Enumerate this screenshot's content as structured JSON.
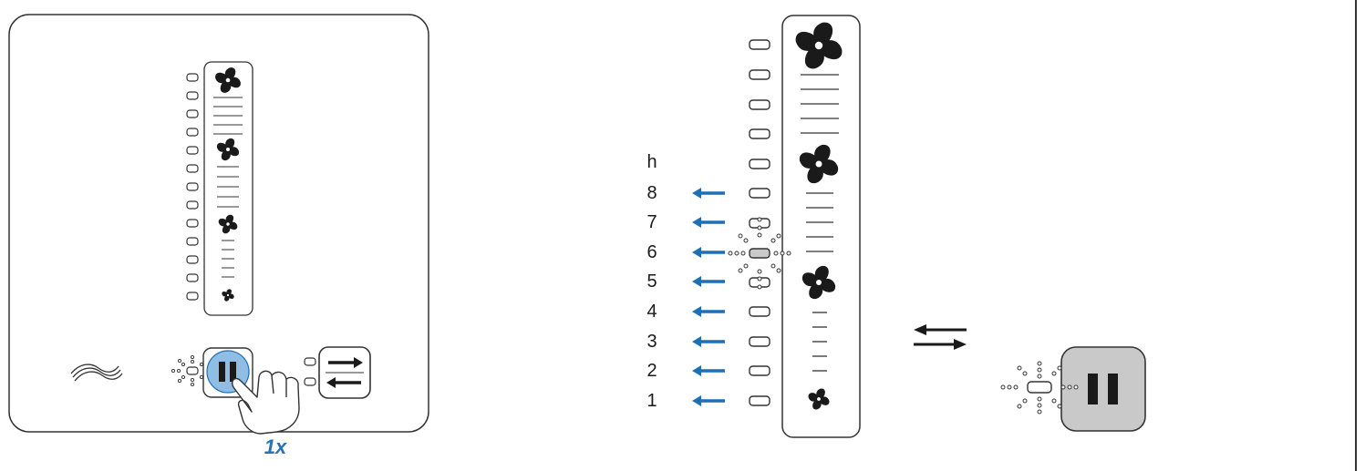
{
  "press_count": "1x",
  "hour_scale": {
    "title": "h",
    "hours": [
      "8",
      "7",
      "6",
      "5",
      "4",
      "3",
      "2",
      "1"
    ],
    "selected_hour": "6"
  },
  "colors": {
    "accent_blue": "#1f6fb5",
    "button_highlight": "#8fbde3",
    "button_pressed_gray": "#c9c9c9",
    "outline": "#333333"
  },
  "icons": {
    "fan": "fan-icon",
    "humidity": "humidity-waves-icon",
    "pause": "pause-icon",
    "direction": "bidirectional-arrows-icon",
    "hand": "pointing-hand-icon"
  }
}
